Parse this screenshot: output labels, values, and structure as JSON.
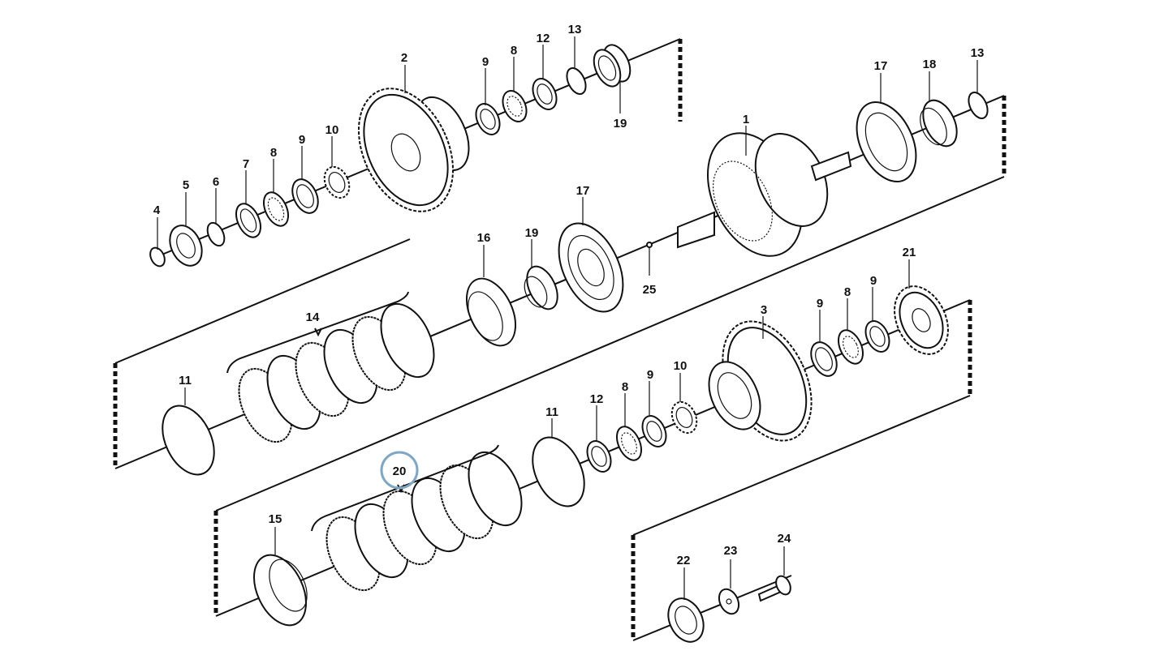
{
  "diagram": {
    "highlight_color": "#7ba7c9",
    "highlighted_label": "20",
    "labels": {
      "l1": "1",
      "l2": "2",
      "l3": "3",
      "l4": "4",
      "l5": "5",
      "l6": "6",
      "l7": "7",
      "l8a": "8",
      "l8b": "8",
      "l8c": "8",
      "l8d": "8",
      "l9a": "9",
      "l9b": "9",
      "l9c": "9",
      "l9d": "9",
      "l9e": "9",
      "l10a": "10",
      "l10b": "10",
      "l11a": "11",
      "l11b": "11",
      "l12a": "12",
      "l12b": "12",
      "l13a": "13",
      "l13b": "13",
      "l14": "14",
      "l15": "15",
      "l16": "16",
      "l17a": "17",
      "l17b": "17",
      "l18": "18",
      "l19a": "19",
      "l19b": "19",
      "l20": "20",
      "l21": "21",
      "l22": "22",
      "l23": "23",
      "l24": "24",
      "l25": "25"
    }
  }
}
